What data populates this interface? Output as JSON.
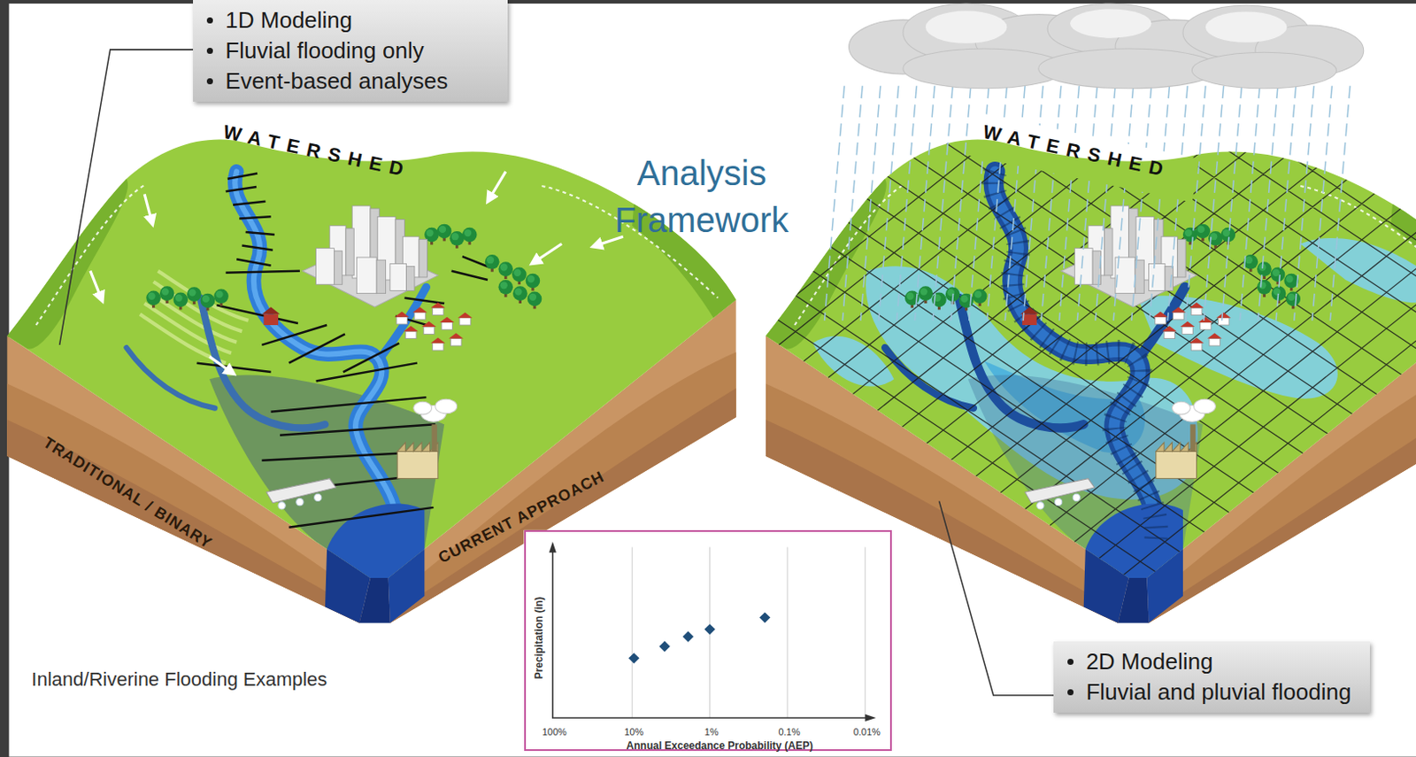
{
  "diagram": {
    "title": "Analysis Framework",
    "nodes": [
      {
        "text": [
          "1D Modeling",
          "Fluvial flooding only",
          "Event-based analyses"
        ]
      },
      {
        "text": [
          "Precipitation (in)",
          "100%",
          "10%",
          "1%",
          "0.1%",
          "0.01%",
          "Annual Exceedance Probability (AEP)"
        ]
      },
      {
        "text": [
          "2D Modeling",
          "Fluvial and pluvial flooding"
        ]
      }
    ],
    "labels": [
      "WATERSHED",
      "WATERSHED",
      "TRADITIONAL / BINARY",
      "CURRENT APPROACH",
      "Inland/Riverine Flooding Examples"
    ]
  }
}
